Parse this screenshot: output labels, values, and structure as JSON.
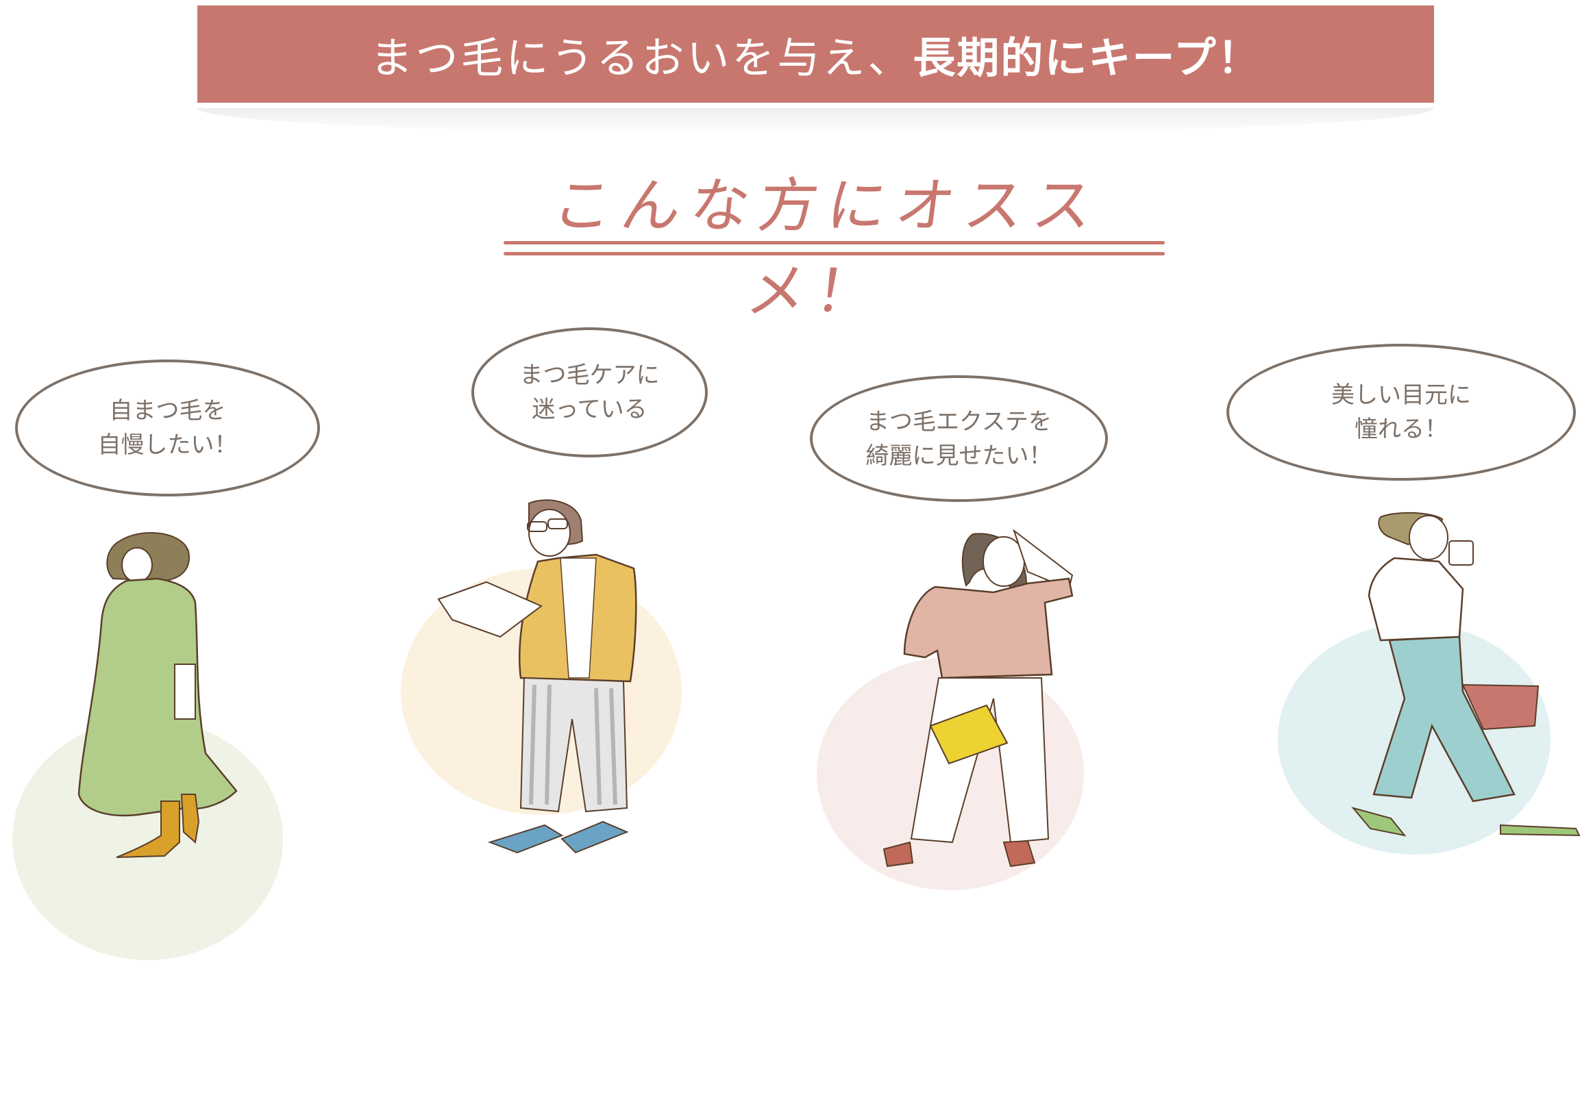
{
  "banner": {
    "text_light": "まつ毛にうるおいを与え、",
    "text_bold": "長期的にキープ！",
    "bg_color": "#c8776f"
  },
  "heading": {
    "text": "こんな方にオススメ！",
    "color": "#c8776f"
  },
  "personas": [
    {
      "line1": "自まつ毛を",
      "line2": "自慢したい！",
      "circle_color": "#eef3e5",
      "outfit": "green turtleneck dress, mustard boots"
    },
    {
      "line1": "まつ毛ケアに",
      "line2": "迷っている",
      "circle_color": "#fbf1de",
      "outfit": "mustard hooded jacket, striped pants, blue sneakers, holding book"
    },
    {
      "line1": "まつ毛エクステを",
      "line2": "綺麗に見せたい！",
      "circle_color": "#f7ece9",
      "outfit": "pink top, white pants, yellow handbag, red shoes"
    },
    {
      "line1": "美しい目元に",
      "line2": "憧れる！",
      "circle_color": "#e1f0f0",
      "outfit": "white shirt, teal pants, red basket, green sandals, drinking"
    }
  ]
}
